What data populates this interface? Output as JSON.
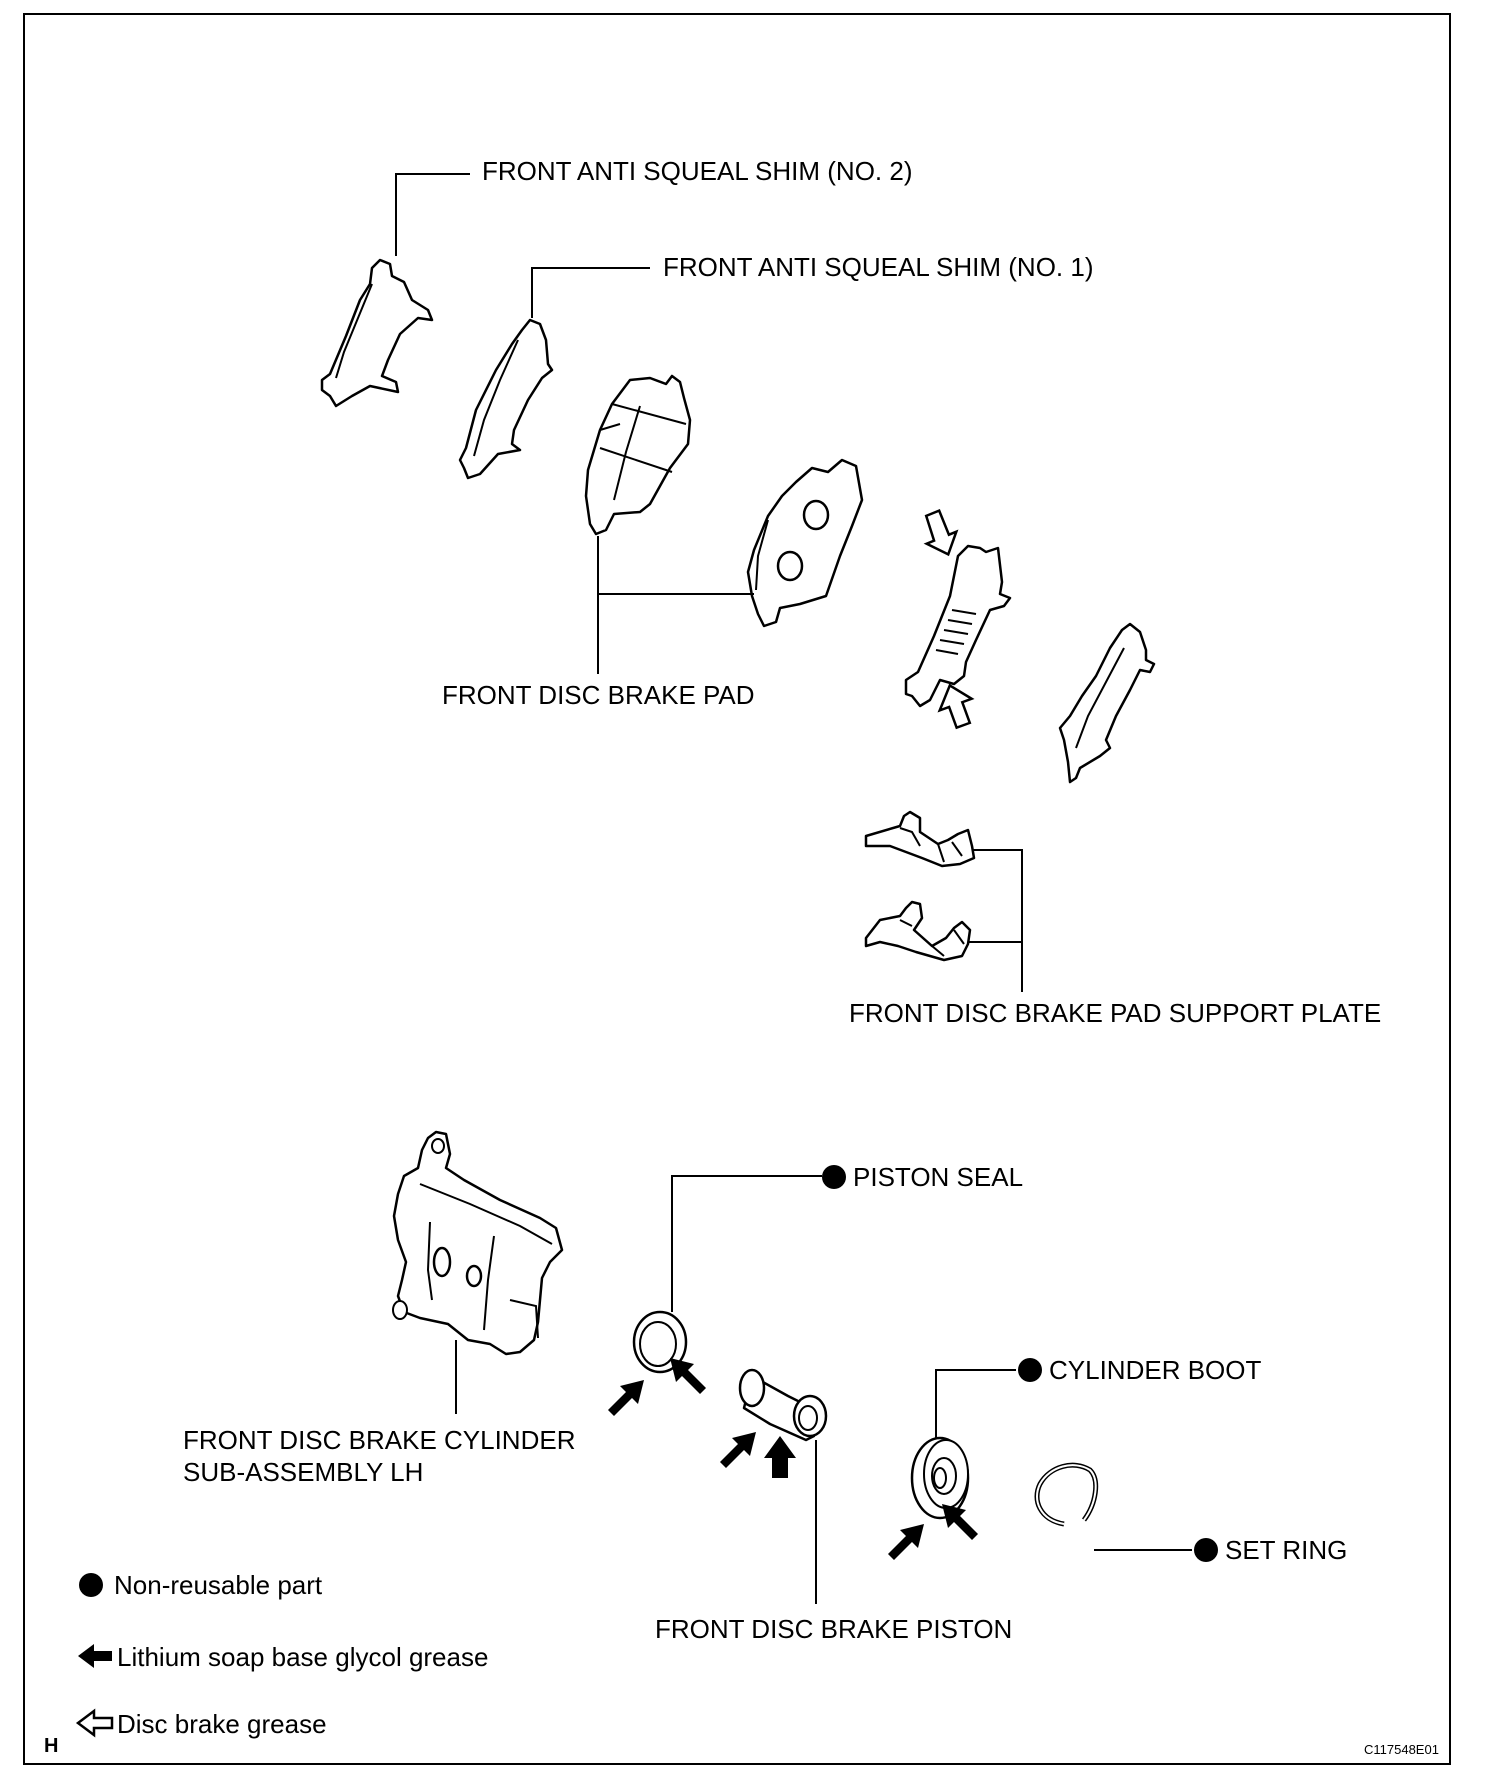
{
  "labels": {
    "shim_no2": "FRONT ANTI SQUEAL SHIM (NO. 2)",
    "shim_no1": "FRONT ANTI SQUEAL SHIM (NO. 1)",
    "brake_pad": "FRONT DISC BRAKE PAD",
    "support_plate": "FRONT DISC BRAKE PAD SUPPORT PLATE",
    "piston_seal": "PISTON SEAL",
    "cylinder_boot": "CYLINDER BOOT",
    "cylinder_line1": "FRONT DISC BRAKE CYLINDER",
    "cylinder_line2": "SUB-ASSEMBLY LH",
    "set_ring": "SET RING",
    "piston": "FRONT DISC BRAKE PISTON"
  },
  "legend": {
    "non_reusable": "Non-reusable part",
    "lithium_grease": "Lithium soap base glycol grease",
    "disc_grease": "Disc brake grease"
  },
  "corner_letter": "H",
  "figure_code": "C117548E01"
}
